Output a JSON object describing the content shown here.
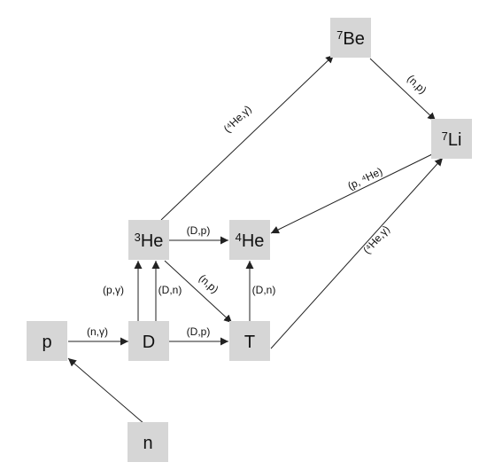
{
  "nodes": {
    "p": {
      "sup": "",
      "text": "p"
    },
    "n": {
      "sup": "",
      "text": "n"
    },
    "D": {
      "sup": "",
      "text": "D"
    },
    "T": {
      "sup": "",
      "text": "T"
    },
    "he3": {
      "sup": "3",
      "text": "He"
    },
    "he4": {
      "sup": "4",
      "text": "He"
    },
    "be7": {
      "sup": "7",
      "text": "Be"
    },
    "li7": {
      "sup": "7",
      "text": "Li"
    }
  },
  "edges": [
    {
      "from": "n",
      "to": "p",
      "label": ""
    },
    {
      "from": "p",
      "to": "D",
      "label": "(n,γ)"
    },
    {
      "from": "D",
      "to": "T",
      "label": "(D,p)"
    },
    {
      "from": "D",
      "to": "he3",
      "label": "(p,γ)"
    },
    {
      "from": "D",
      "to": "he3",
      "label": "(D,n)"
    },
    {
      "from": "he3",
      "to": "he4",
      "label": "(D,p)"
    },
    {
      "from": "he3",
      "to": "T",
      "label": "(n,p)"
    },
    {
      "from": "T",
      "to": "he4",
      "label": "(D,n)"
    },
    {
      "from": "he3",
      "to": "be7",
      "label": "(⁴He,γ)"
    },
    {
      "from": "be7",
      "to": "li7",
      "label": "(n,p)"
    },
    {
      "from": "li7",
      "to": "he4",
      "label": "(p, ⁴He)"
    },
    {
      "from": "T",
      "to": "li7",
      "label": "(⁴He,γ)"
    }
  ]
}
